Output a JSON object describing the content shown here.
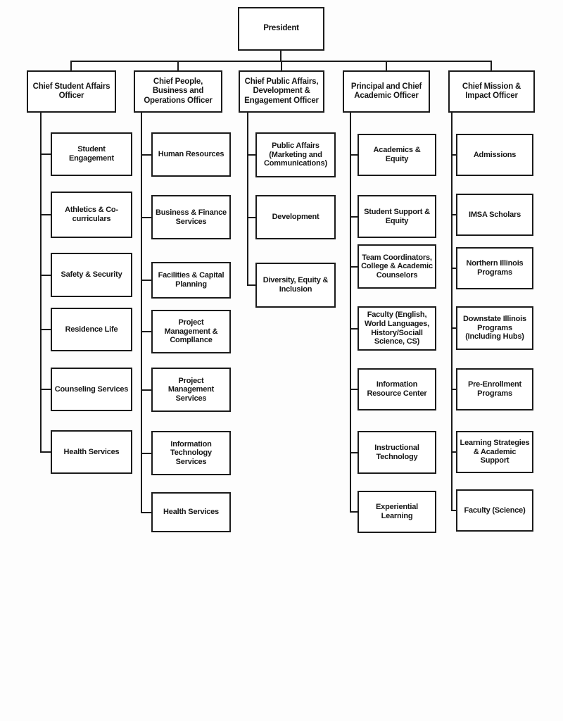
{
  "colors": {
    "ink": "#1b1b1b",
    "box_fill": "#ffffff",
    "background": "#fdfdfd"
  },
  "chart_data": {
    "type": "org-chart",
    "title": "",
    "root": {
      "label": "President"
    },
    "branches": [
      {
        "label": "Chief Student Affairs Officer",
        "children": [
          "Student Engagement",
          "Athletics & Co-curriculars",
          "Safety & Security",
          "Residence Life",
          "Counseling Services",
          "Health Services"
        ]
      },
      {
        "label": "Chief People, Business and Operations Officer",
        "children": [
          "Human Resources",
          "Business & Finance Services",
          "Facilities & Capital Planning",
          "Project Management & Compllance",
          "Project Management Services",
          "Information Technology Services",
          "Health Services"
        ]
      },
      {
        "label": "Chief Public Affairs, Development & Engagement Officer",
        "children": [
          "Public Affairs (Marketing and Communications)",
          "Development",
          "Diversity, Equity & Inclusion"
        ]
      },
      {
        "label": "Principal and Chief Academic Officer",
        "children": [
          "Academics & Equity",
          "Student Support & Equity",
          "Team Coordinators, College & Academic Counselors",
          "Faculty (English, World Languages, History/Sociall Science, CS)",
          "Information Resource Center",
          "Instructional Technology",
          "Experiential Learning"
        ]
      },
      {
        "label": "Chief Mission & Impact Officer",
        "children": [
          "Admissions",
          "IMSA Scholars",
          "Northern Illinois Programs",
          "Downstate Illinois Programs (Including Hubs)",
          "Pre-Enrollment Programs",
          "Learning Strategies & Academic Support",
          "Faculty (Science)"
        ]
      }
    ]
  }
}
